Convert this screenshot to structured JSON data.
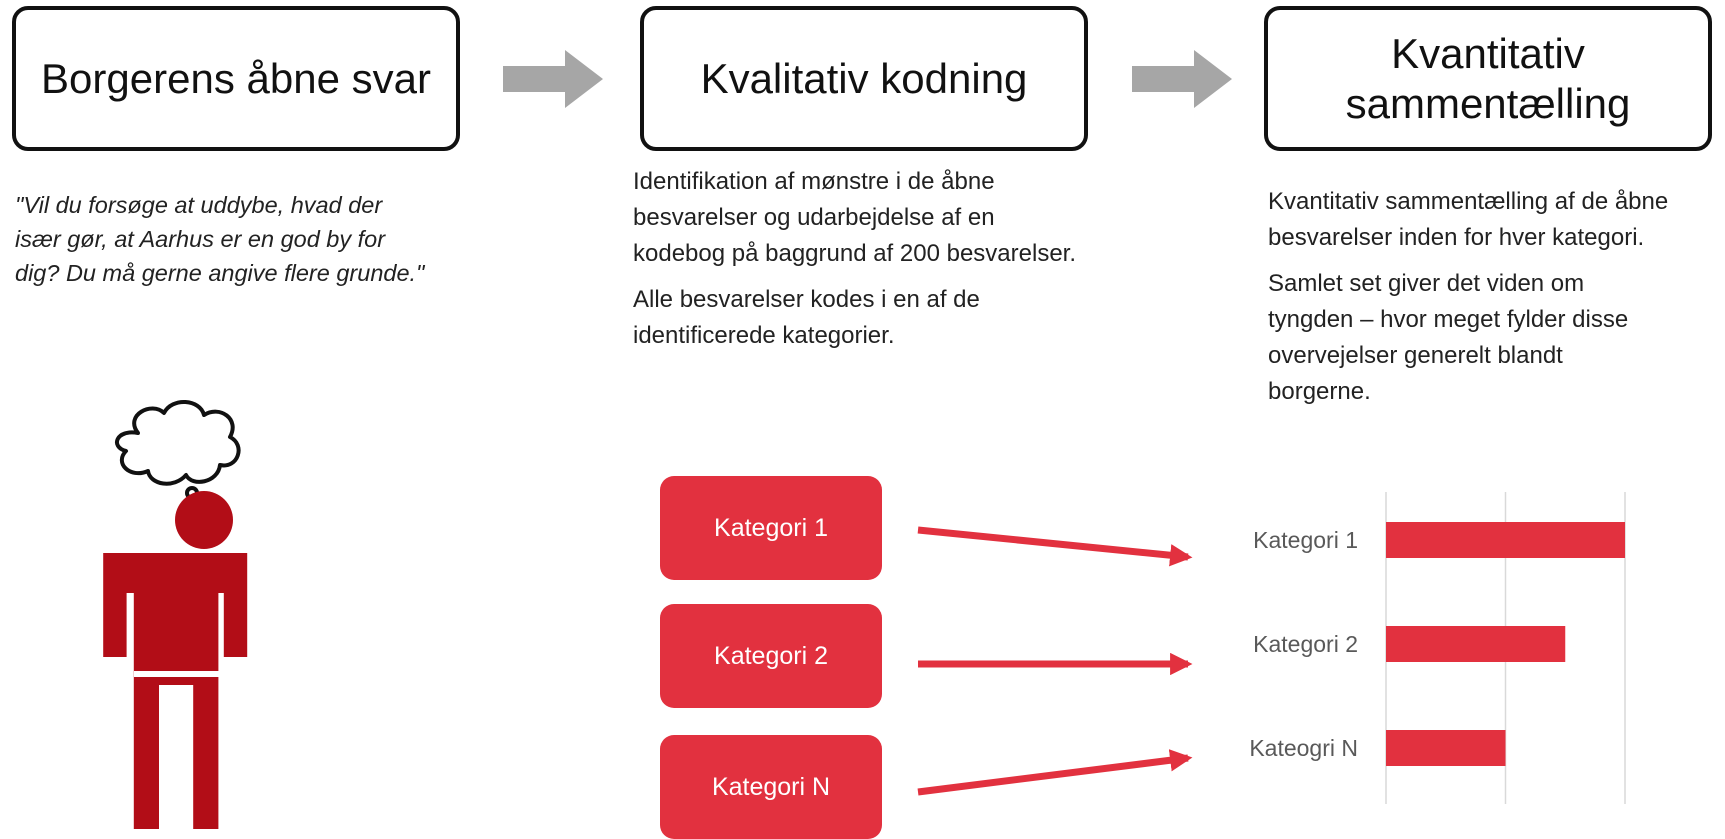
{
  "stages": [
    {
      "title": "Borgerens åbne svar"
    },
    {
      "title_lines": [
        "Kvalitativ kodning"
      ]
    },
    {
      "title_lines": [
        "Kvantitativ",
        "sammentælling"
      ]
    }
  ],
  "quote": {
    "lines": [
      "\"Vil du forsøge at uddybe, hvad der",
      "især gør, at Aarhus er en god by for",
      "dig? Du må gerne angive flere grunde.\""
    ]
  },
  "coding_description": {
    "paragraph1_lines": [
      "Identifikation af mønstre i de åbne",
      "besvarelser og udarbejdelse af en",
      "kodebog på baggrund af 200 besvarelser."
    ],
    "paragraph2_lines": [
      "Alle besvarelser kodes i en af de",
      "identificerede kategorier."
    ]
  },
  "count_description": {
    "paragraph1_lines": [
      "Kvantitativ sammentælling af de åbne",
      "besvarelser inden for hver kategori."
    ],
    "paragraph2_lines": [
      "Samlet set giver det viden om",
      "tyngden – hvor meget fylder disse",
      "overvejelser generelt blandt",
      "borgerne."
    ]
  },
  "categories": [
    "Kategori 1",
    "Kategori 2",
    "Kategori N"
  ],
  "colors": {
    "accent": "#e2313f",
    "person": "#b20d17",
    "flow_arrow": "#a6a6a6",
    "grid": "#d9d9d9",
    "box_border": "#111111"
  },
  "chart_data": {
    "type": "bar",
    "orientation": "horizontal",
    "categories": [
      "Kategori 1",
      "Kategori 2",
      "Kateogri N"
    ],
    "values": [
      1.0,
      0.75,
      0.5
    ],
    "xlim": [
      0,
      1
    ],
    "grid": true,
    "title": "",
    "xlabel": "",
    "ylabel": ""
  }
}
